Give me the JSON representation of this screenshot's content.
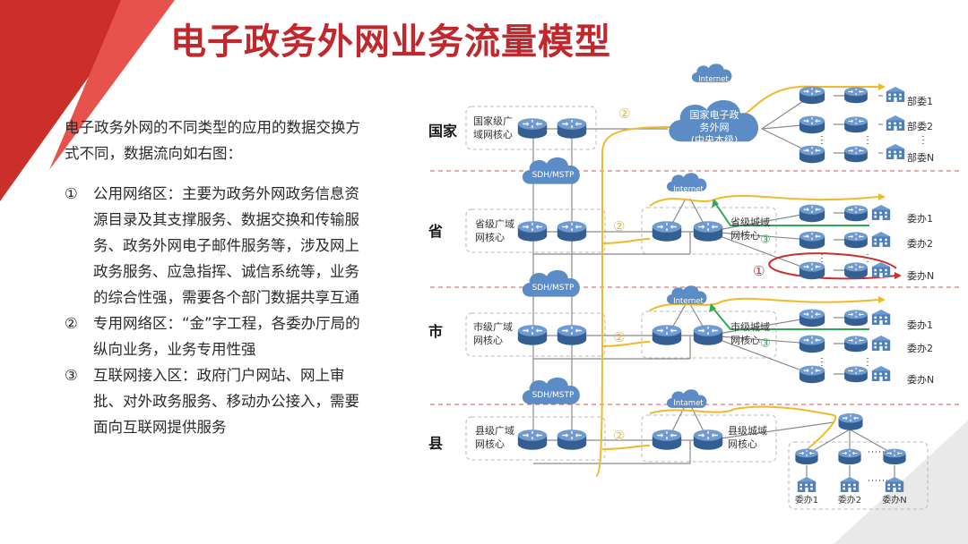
{
  "slide": {
    "title": "电子政务外网业务流量模型",
    "intro": "电子政务外网的不同类型的应用的数据交换方式不同，数据流向如右图：",
    "items": [
      {
        "num": "①",
        "text": "公用网络区：主要为政务外网政务信息资源目录及其支撑服务、数据交换和传输服务、政务外网电子邮件服务等，涉及网上政务服务、应急指挥、诚信系统等，业务的综合性强，需要各个部门数据共享互通"
      },
      {
        "num": "②",
        "text": "专用网络区：“金”字工程，各委办厅局的纵向业务，业务专用性强"
      },
      {
        "num": "③",
        "text": "互联网接入区：政府门户网站、网上审批、对外政务服务、移动办公接入，需要面向互联网提供服务"
      }
    ]
  },
  "diagram": {
    "levels": {
      "national": "国家",
      "province": "省",
      "city": "市",
      "county": "县"
    },
    "national": {
      "core_line1": "国家级广",
      "core_line2": "域网核心",
      "cloud_line1": "国家电子政",
      "cloud_line2": "务外网",
      "cloud_line3": "(中央本级)",
      "internet": "Internet",
      "depts": [
        "部委1",
        "部委2",
        "部委N"
      ]
    },
    "province": {
      "core_line1": "省级广域",
      "core_line2": "网核心",
      "metro_line1": "省级城域",
      "metro_line2": "网核心",
      "internet": "Internet",
      "offices": [
        "委办1",
        "委办2",
        "委办N"
      ]
    },
    "city": {
      "core_line1": "市级广域",
      "core_line2": "网核心",
      "metro_line1": "市级城域",
      "metro_line2": "网核心",
      "internet": "Internet",
      "offices": [
        "委办1",
        "委办2",
        "委办N"
      ]
    },
    "county": {
      "core_line1": "县级广域",
      "core_line2": "网核心",
      "metro_line1": "县级城域",
      "metro_line2": "网核心",
      "internet": "Intamet",
      "offices": [
        "委办1",
        "委办2",
        "委办N"
      ]
    },
    "sdh": [
      "SDH/MSTP",
      "SDH/MSTP",
      "SDH/MSTP"
    ],
    "markers": {
      "one": "①",
      "two": "②",
      "three": "③"
    },
    "colors": {
      "flow_public": "#c8302c",
      "flow_private": "#f0b92a",
      "flow_internet": "#2faa52",
      "router": "#4f7fb8",
      "divider": "#d9534f"
    }
  }
}
